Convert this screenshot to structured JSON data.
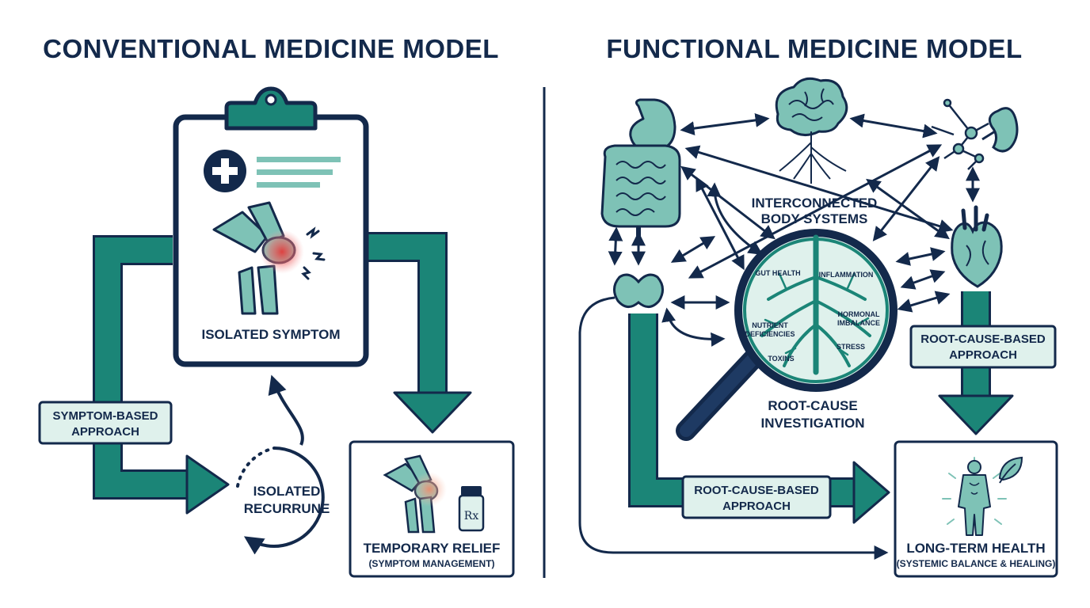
{
  "colors": {
    "navy": "#13294b",
    "teal": "#1b8577",
    "teal_light": "#7ec2b6",
    "mint": "#dff1ec",
    "red": "#e23a3a"
  },
  "conventional": {
    "title": "CONVENTIONAL MEDICINE MODEL",
    "clipboard_label": "ISOLATED SYMPTOM",
    "approach_label": [
      "SYMPTOM-BASED",
      "APPROACH"
    ],
    "recurrence_label": [
      "ISOLATED",
      "RECURRUNE"
    ],
    "relief_title": "TEMPORARY RELIEF",
    "relief_sub": "(SYMPTOM MANAGEMENT)",
    "rx_symbol": "Rx"
  },
  "functional": {
    "title": "FUNCTIONAL MEDICINE MODEL",
    "systems_label": [
      "INTERCONNECTED",
      "BODY SYSTEMS"
    ],
    "root_factors": {
      "gut": "GUT HEALTH",
      "inflammation": "INFLAMMATION",
      "nutrient": [
        "NUTRIENT",
        "DEFICIENCIES"
      ],
      "hormonal": [
        "HORMONAL",
        "IMBALANCE"
      ],
      "stress": "STRESS",
      "toxins": "TOXINS"
    },
    "investigation_label": [
      "ROOT-CAUSE",
      "INVESTIGATION"
    ],
    "approach_right": [
      "ROOT-CAUSE-BASED",
      "APPROACH"
    ],
    "approach_bottom": [
      "ROOT-CAUSE-BASED",
      "APPROACH"
    ],
    "outcome_title": "LONG-TERM HEALTH",
    "outcome_sub": "(SYSTEMIC BALANCE & HEALING)"
  },
  "icons": [
    "medical-cross-icon",
    "knee-joint-icon",
    "pain-burst-icon",
    "pill-bottle-icon",
    "stomach-icon",
    "intestines-icon",
    "brain-icon",
    "neuron-icon",
    "kidney-icon",
    "thyroid-icon",
    "heart-icon",
    "magnifier-icon",
    "roots-icon",
    "human-body-icon",
    "leaf-icon"
  ]
}
